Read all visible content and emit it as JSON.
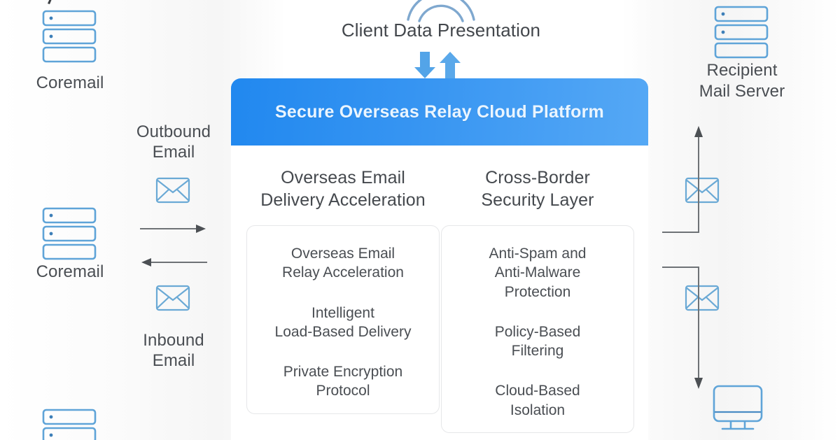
{
  "diagram": {
    "title_top": "Client Data Presentation",
    "platform": {
      "banner_label": "Secure Overseas Relay Cloud Platform",
      "banner_color_left": "#2188ef",
      "banner_color_right": "#55a8f5",
      "columns": [
        {
          "title": "Overseas Email\nDelivery Acceleration",
          "items": [
            "Overseas Email\nRelay Acceleration",
            "Intelligent\nLoad-Based Delivery",
            "Private Encryption\nProtocol"
          ]
        },
        {
          "title": "Cross-Border\nSecurity Layer",
          "items": [
            "Anti-Spam and\nAnti-Malware\nProtection",
            "Policy-Based\nFiltering",
            "Cloud-Based\nIsolation"
          ]
        }
      ]
    },
    "left_side": {
      "server_label_top": "Coremail",
      "server_label_mid": "Coremail",
      "outbound_label": "Outbound\nEmail",
      "inbound_label": "Inbound\nEmail"
    },
    "right_side": {
      "recipient_label": "Recipient\nMail Server"
    },
    "icons": {
      "server": "server-icon",
      "envelope": "envelope-icon",
      "monitor": "monitor-icon",
      "cloud_arc": "cloud-arc-icon",
      "arrow_down": "arrow-down-icon",
      "arrow_up": "arrow-up-icon",
      "arrow_right": "arrow-right-icon",
      "arrow_left": "arrow-left-icon"
    },
    "colors": {
      "icon_stroke": "#5fa4d8",
      "icon_stroke_dark": "#3d7fb8",
      "text": "#45494e",
      "line": "#6e7276",
      "card_border": "#e6e7e9",
      "accent_arrow": "#5aa7e8"
    }
  }
}
